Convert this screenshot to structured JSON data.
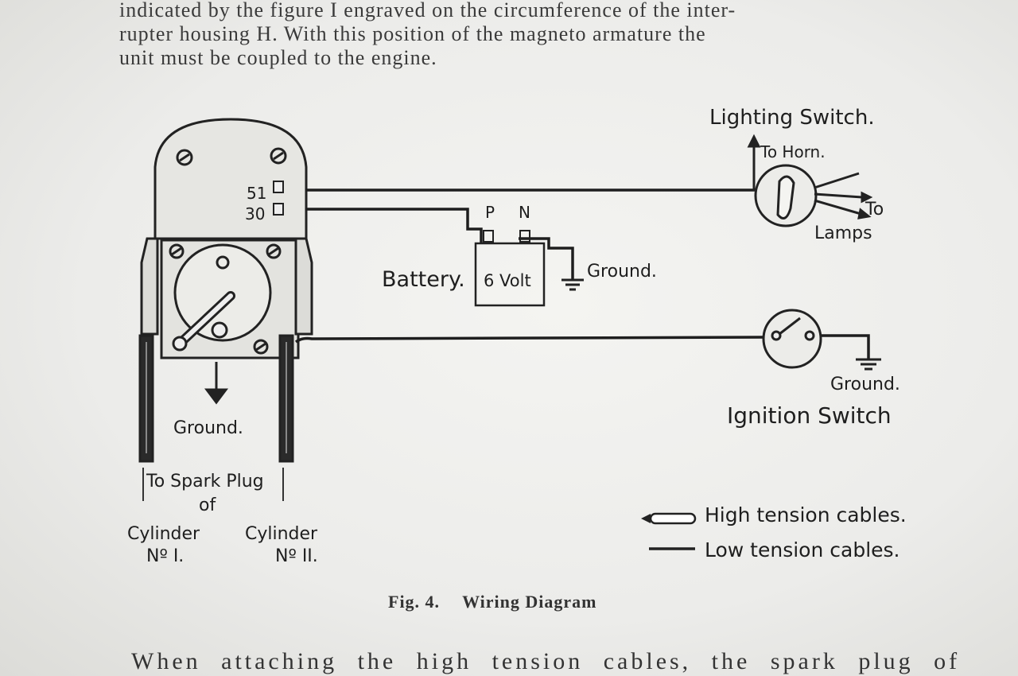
{
  "body_text": {
    "line1": "indicated by the figure I engraved on the circumference of the inter-",
    "line2": "rupter housing H.  With this position of the magneto armature the",
    "line3": "unit must be coupled to the engine.",
    "bottom_line": "When attaching the high tension cables, the spark plug of"
  },
  "caption": {
    "fig": "Fig. 4.",
    "title": "Wiring Diagram"
  },
  "labels": {
    "lighting_switch": "Lighting Switch.",
    "to_horn": "To Horn.",
    "to": "To",
    "lamps": "Lamps",
    "terminal_51": "51",
    "terminal_30": "30",
    "battery": "Battery.",
    "battery_volt": "6 Volt",
    "pos": "P",
    "neg": "N",
    "ground_battery": "Ground.",
    "ground_magneto": "Ground.",
    "ground_ignition": "Ground.",
    "ignition_switch": "Ignition Switch",
    "to_spark_plug": "To Spark Plug",
    "of": "of",
    "cyl1_a": "Cylinder",
    "cyl1_b": "Nº I.",
    "cyl2_a": "Cylinder",
    "cyl2_b": "Nº II.",
    "legend_high": "High tension cables.",
    "legend_low": "Low tension cables."
  }
}
